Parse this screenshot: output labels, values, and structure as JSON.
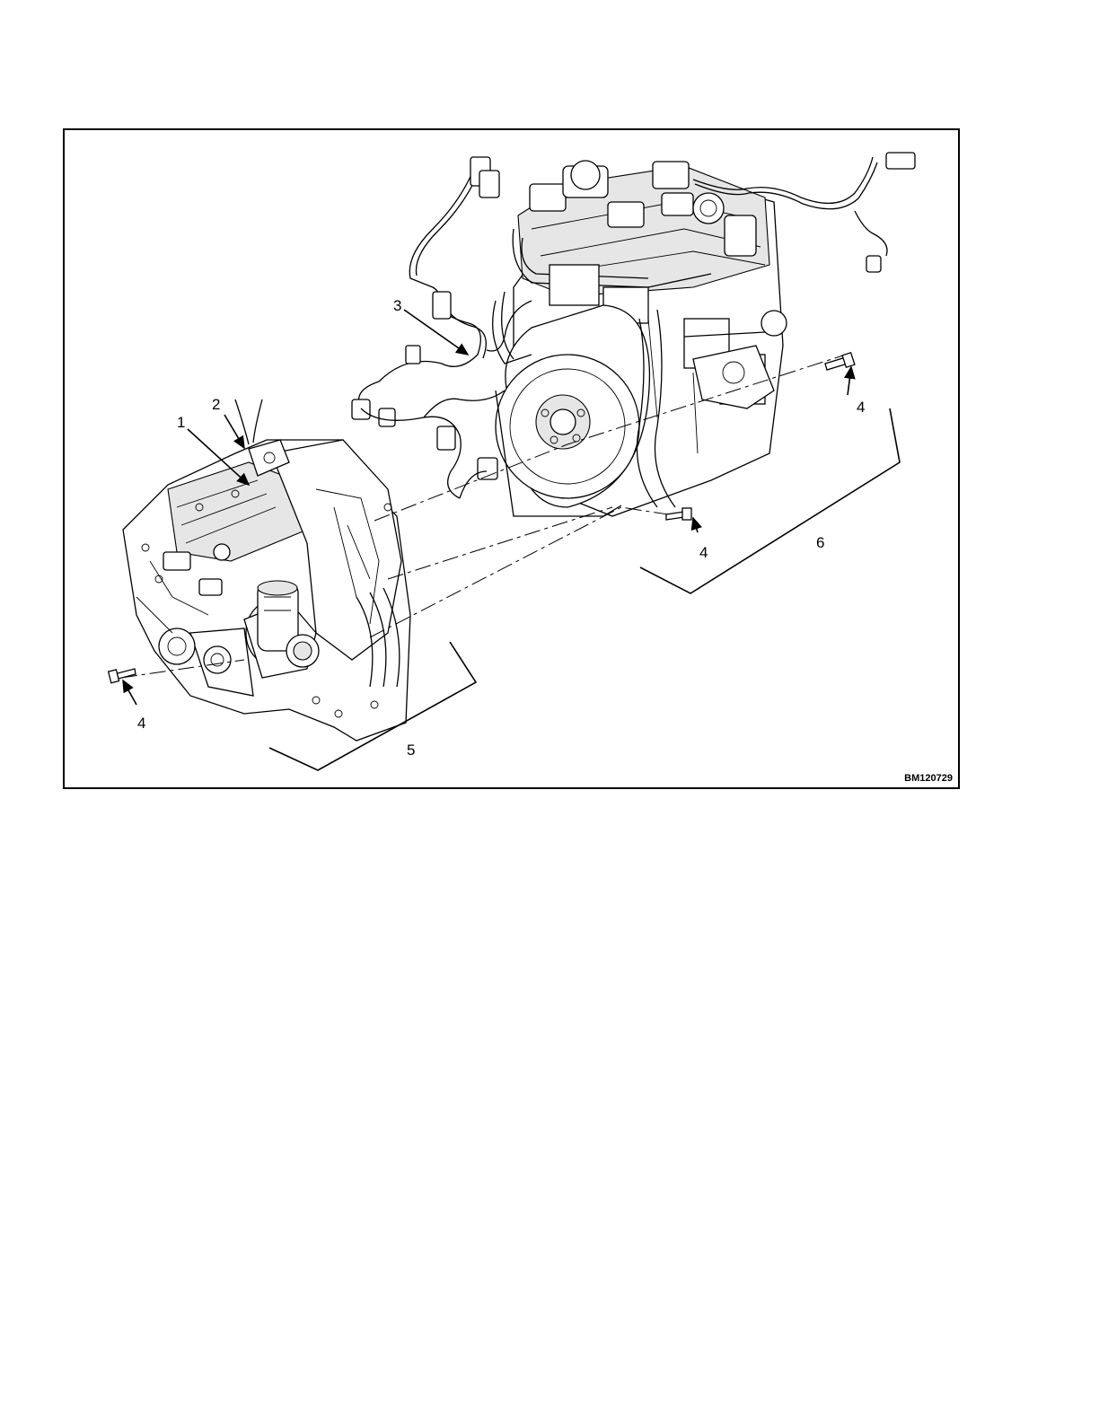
{
  "figure": {
    "id_label": "BM120729",
    "callouts": [
      "1",
      "2",
      "3",
      "4",
      "4",
      "4",
      "5",
      "6"
    ]
  },
  "colors": {
    "line": "#000000",
    "background": "#ffffff",
    "shade": "#e6e6e6"
  }
}
